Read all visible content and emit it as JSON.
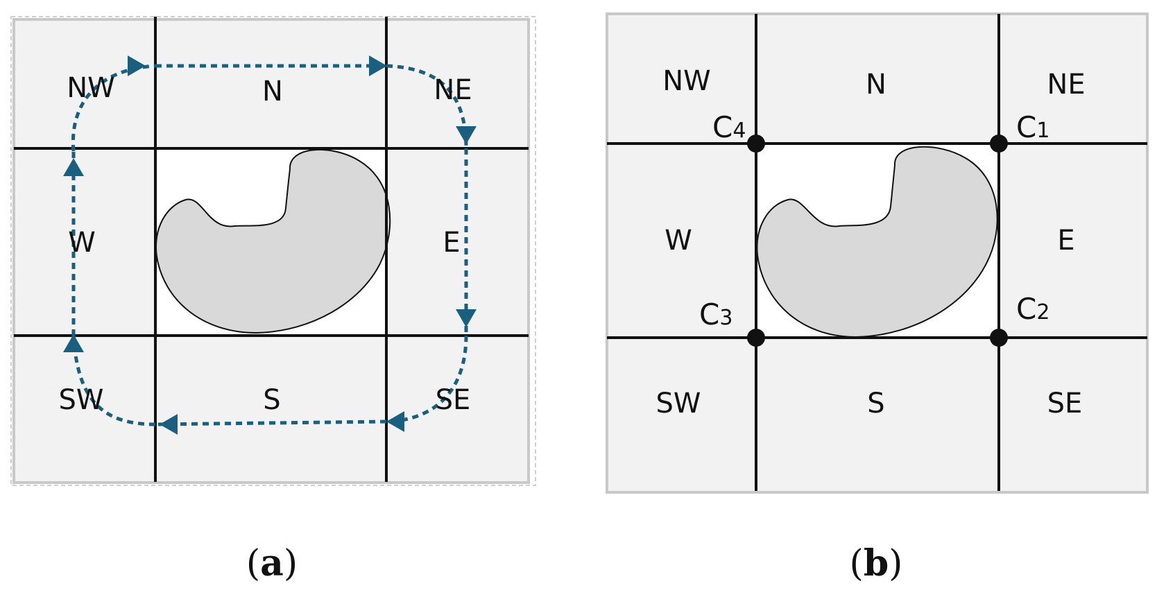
{
  "panel_a": {
    "caption_open": "(",
    "caption_letter": "a",
    "caption_close": ")",
    "regions": {
      "nw": "NW",
      "n": "N",
      "ne": "NE",
      "w": "W",
      "e": "E",
      "sw": "SW",
      "s": "S",
      "se": "SE"
    }
  },
  "panel_b": {
    "caption_open": "(",
    "caption_letter": "b",
    "caption_close": ")",
    "regions": {
      "nw": "NW",
      "n": "N",
      "ne": "NE",
      "w": "W",
      "e": "E",
      "sw": "SW",
      "s": "S",
      "se": "SE"
    },
    "corners": {
      "c1": {
        "letter": "C",
        "index": "1"
      },
      "c2": {
        "letter": "C",
        "index": "2"
      },
      "c3": {
        "letter": "C",
        "index": "3"
      },
      "c4": {
        "letter": "C",
        "index": "4"
      }
    }
  },
  "colors": {
    "cell_fill": "#f2f2f2",
    "border": "#c8c8c8",
    "grid_line": "#111111",
    "shape_fill": "#d9d9d9",
    "path_arrow": "#1a5f80"
  }
}
